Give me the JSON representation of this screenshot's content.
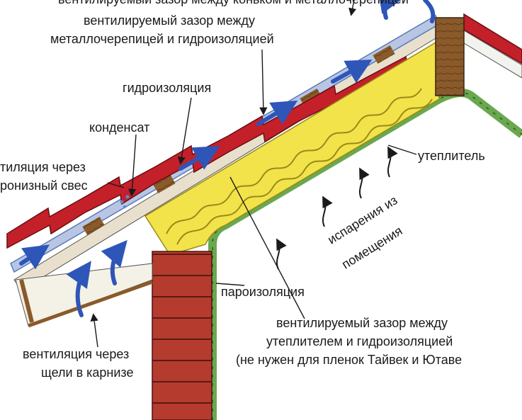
{
  "labels": {
    "top_cut": "вентилируемый зазор между коньком и металлочерепицей",
    "gap_metal_1": "вентилируемый зазор между",
    "gap_metal_2": "металлочерепицей и гидроизоляцией",
    "waterproofing": "гидроизоляция",
    "condensate": "конденсат",
    "eave_vent_1": "тиляция через",
    "eave_vent_2": "ронизный свес",
    "insulation": "утеплитель",
    "evap_1": "испарения из",
    "evap_2": "помещения",
    "vapor_barrier": "пароизоляция",
    "gap_insul_1": "вентилируемый зазор между",
    "gap_insul_2": "утеплителем и гидроизоляцией",
    "gap_insul_3": "(не нужен для пленок Тайвек и Ютаве",
    "cornice_vent_1": "вентиляция через",
    "cornice_vent_2": "щели в карнизе"
  },
  "colors": {
    "tile": "#c4202a",
    "tile_dark": "#8c1418",
    "insulation": "#f2e34a",
    "insulation_line": "#9a8a1a",
    "airflow": "#2e55b8",
    "brick": "#b23a2c",
    "vapor": "#6aa84f",
    "wood": "#8a5a2a",
    "film": "#5a7ab8"
  }
}
